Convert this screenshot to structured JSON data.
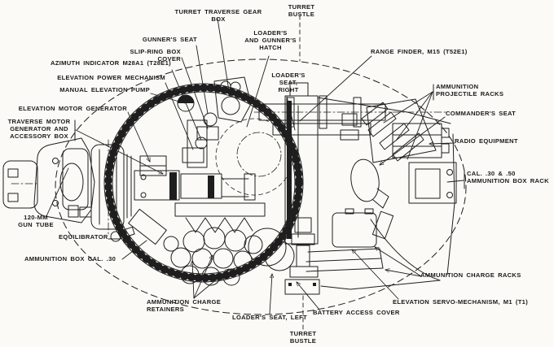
{
  "figure": {
    "background": "#fbfaf6",
    "ink": "#1e1e1e",
    "description": "Top-view cutaway diagram of a tank turret interior with callout labels"
  },
  "labels": [
    {
      "id": "turret-traverse-gear-box",
      "text": "TURRET TRAVERSE GEAR BOX"
    },
    {
      "id": "turret-bustle-top",
      "text": "TURRET BUSTLE"
    },
    {
      "id": "gunners-seat",
      "text": "GUNNER'S SEAT"
    },
    {
      "id": "loaders-and-gunners-hatch",
      "text": "LOADER'S\nAND GUNNER'S\nHATCH"
    },
    {
      "id": "slip-ring-box-cover",
      "text": "SLIP-RING BOX COVER"
    },
    {
      "id": "azimuth-indicator",
      "text": "AZIMUTH INDICATOR M28A1 (T28E1)"
    },
    {
      "id": "elevation-power-mechanism",
      "text": "ELEVATION POWER MECHANISM"
    },
    {
      "id": "manual-elevation-pump",
      "text": "MANUAL ELEVATION PUMP"
    },
    {
      "id": "elevation-motor-generator",
      "text": "ELEVATION MOTOR GENERATOR"
    },
    {
      "id": "traverse-motor-generator",
      "text": "TRAVERSE MOTOR\nGENERATOR AND\nACCESSORY BOX"
    },
    {
      "id": "gun-tube-120mm",
      "text": "120-MM\nGUN TUBE"
    },
    {
      "id": "equilibrator",
      "text": "EQUILIBRATOR"
    },
    {
      "id": "ammunition-box-cal-30",
      "text": "AMMUNITION BOX CAL. .30"
    },
    {
      "id": "ammunition-charge-retainers",
      "text": "AMMUNITION CHARGE\nRETAINERS"
    },
    {
      "id": "loaders-seat-left",
      "text": "LOADER'S SEAT, LEFT"
    },
    {
      "id": "turret-bustle-bottom",
      "text": "TURRET BUSTLE"
    },
    {
      "id": "battery-access-cover",
      "text": "BATTERY ACCESS COVER"
    },
    {
      "id": "elevation-servo-mechanism",
      "text": "ELEVATION SERVO-MECHANISM, M1 (T1)"
    },
    {
      "id": "ammunition-charge-racks",
      "text": "AMMUNITION CHARGE RACKS"
    },
    {
      "id": "range-finder",
      "text": "RANGE FINDER, M15 (T52E1)"
    },
    {
      "id": "ammunition-projectile-racks",
      "text": "AMMUNITION\nPROJECTILE RACKS"
    },
    {
      "id": "commanders-seat",
      "text": "COMMANDER'S SEAT"
    },
    {
      "id": "radio-equipment",
      "text": "RADIO EQUIPMENT"
    },
    {
      "id": "cal-30-50-ammunition-box-rack",
      "text": "CAL. .30 & .50\nAMMUNITION BOX RACK"
    },
    {
      "id": "loaders-seat-right",
      "text": "LOADER'S\nSEAT,\nRIGHT"
    }
  ]
}
